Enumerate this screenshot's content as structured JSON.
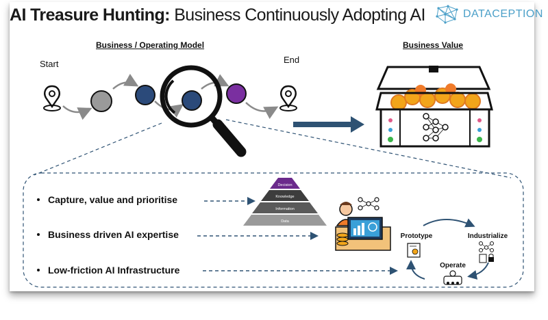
{
  "title": {
    "bold": "AI Treasure Hunting:",
    "rest": " Business Continuously Adopting AI"
  },
  "brand": {
    "name": "DATACEPTION",
    "icon": "network-globe-icon",
    "color": "#4a9fc8"
  },
  "operating_model": {
    "heading": "Business  / Operating Model",
    "start_label": "Start",
    "end_label": "End"
  },
  "business_value": {
    "heading": "Business Value"
  },
  "bullets": [
    "Capture, value and prioritise",
    "Business driven AI expertise",
    "Low-friction AI Infrastructure"
  ],
  "pyramid": {
    "levels": [
      "Decision",
      "Knowledge",
      "Information",
      "Data"
    ]
  },
  "cycle": {
    "stages": [
      "Prototype",
      "Industrialize",
      "Operate"
    ]
  },
  "colors": {
    "navy": "#2b4a7a",
    "purple": "#7a2fa0",
    "grey": "#9a9a9a",
    "arrow": "#2e5273",
    "gold": "#f2a51a",
    "orange": "#f07b2a"
  }
}
